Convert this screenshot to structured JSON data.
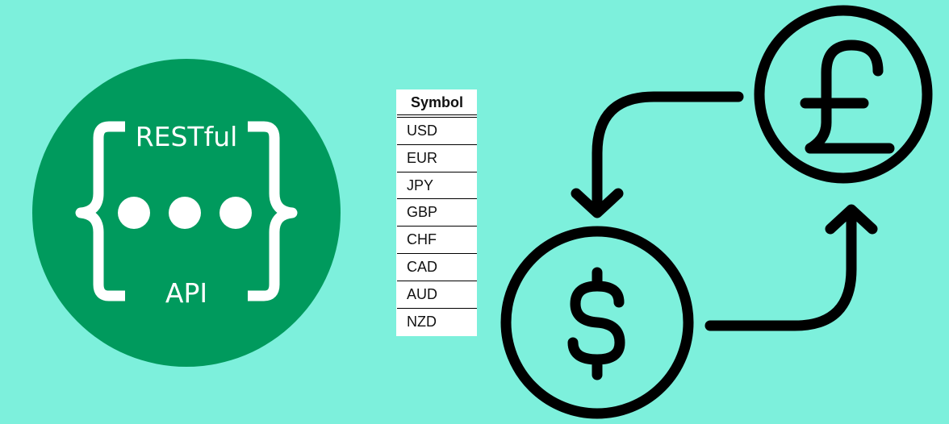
{
  "logo": {
    "title": "RESTful",
    "subtitle": "API",
    "icon": "restful-api-logo",
    "colors": {
      "circle": "#009a5d",
      "foreground": "#ffffff"
    }
  },
  "table": {
    "header": "Symbol",
    "rows": [
      "USD",
      "EUR",
      "JPY",
      "GBP",
      "CHF",
      "CAD",
      "AUD",
      "NZD"
    ]
  },
  "exchange": {
    "icon": "currency-exchange-icon",
    "top_coin": "£",
    "bottom_coin": "$"
  },
  "colors": {
    "background": "#7df0dc"
  }
}
